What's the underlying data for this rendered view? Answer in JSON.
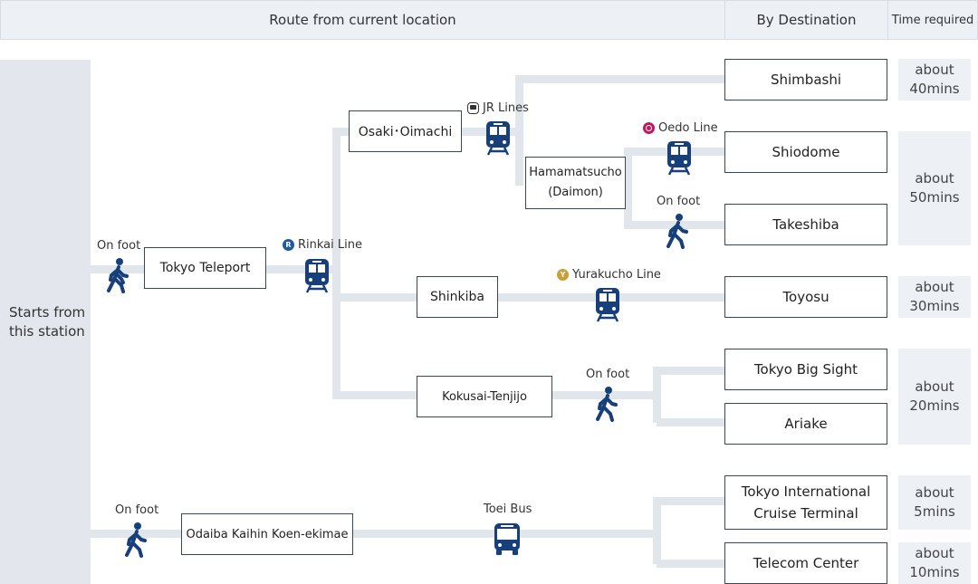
{
  "header": {
    "route": "Route from current location",
    "destination": "By Destination",
    "time": "Time required"
  },
  "start": "Starts from\nthis station",
  "stations": {
    "tokyo_teleport": "Tokyo Teleport",
    "osaki": "Osaki･Oimachi",
    "hamamatsucho": "Hamamatsucho\n(Daimon)",
    "shinkiba": "Shinkiba",
    "kokusai": "Kokusai-Tenjijo",
    "odaiba": "Odaiba Kaihin Koen-ekimae"
  },
  "destinations": {
    "shimbashi": "Shimbashi",
    "shiodome": "Shiodome",
    "takeshiba": "Takeshiba",
    "toyosu": "Toyosu",
    "bigsight": "Tokyo Big Sight",
    "ariake": "Ariake",
    "cruise": "Tokyo International\nCruise Terminal",
    "telecom": "Telecom Center"
  },
  "times": {
    "t40": "about\n40mins",
    "t50": "about\n50mins",
    "t30": "about\n30mins",
    "t20": "about\n20mins",
    "t5": "about\n5mins",
    "t10": "about\n10mins"
  },
  "labels": {
    "on_foot": "On foot",
    "rinkai": "Rinkai Line",
    "jr": "JR Lines",
    "oedo": "Oedo Line",
    "yurakucho": "Yurakucho Line",
    "toei_bus": "Toei Bus"
  },
  "icons": [
    "walk-icon",
    "train-icon",
    "bus-icon"
  ],
  "colors": {
    "icon": "#173f7a",
    "route_line": "#e1e5ec",
    "rinkai": "#1b5ba8",
    "oedo": "#c0195e",
    "yurakucho": "#c9a038"
  }
}
